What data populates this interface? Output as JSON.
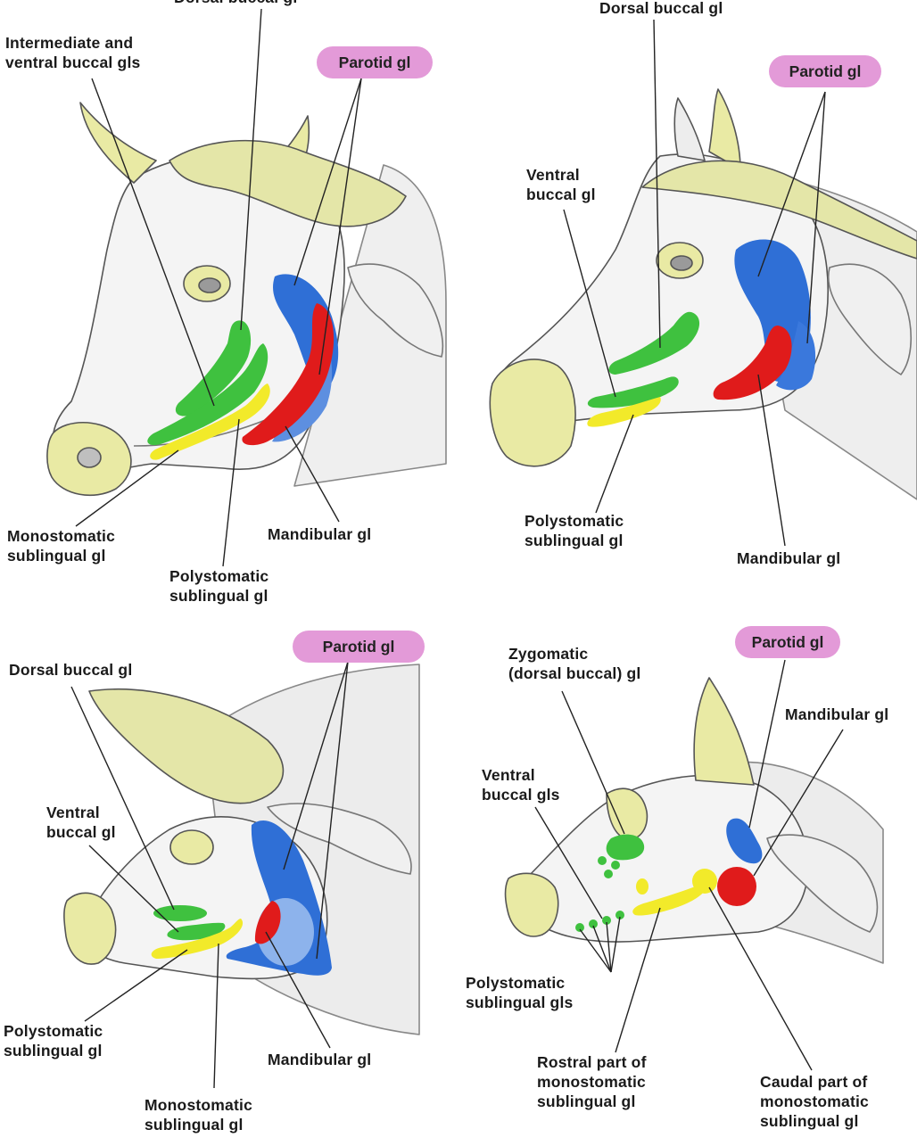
{
  "colors": {
    "parotid": "#2f6fd6",
    "mandibular": "#e01b1b",
    "buccal": "#3fc13f",
    "sublingual": "#f2ea2a",
    "pill": "#e39ad8",
    "bone": "#e9eaa4",
    "skin": "#f1f1f1",
    "outline": "#555555"
  },
  "panels": {
    "cow": {
      "dorsal_partial": "Dorsal buccal gl",
      "intermediate_ventral": "Intermediate and\nventral buccal gls",
      "parotid": "Parotid gl",
      "monostomatic": "Monostomatic\nsublingual gl",
      "polystomatic": "Polystomatic\nsublingual gl",
      "mandibular": "Mandibular gl"
    },
    "horse": {
      "dorsal_buccal": "Dorsal buccal gl",
      "parotid": "Parotid gl",
      "ventral_buccal": "Ventral\nbuccal gl",
      "polystomatic": "Polystomatic\nsublingual gl",
      "mandibular": "Mandibular gl"
    },
    "pig": {
      "parotid": "Parotid gl",
      "dorsal_buccal": "Dorsal buccal gl",
      "ventral_buccal": "Ventral\nbuccal gl",
      "polystomatic": "Polystomatic\nsublingual gl",
      "mandibular": "Mandibular gl",
      "monostomatic": "Monostomatic\nsublingual gl"
    },
    "dog": {
      "zygomatic": "Zygomatic\n(dorsal buccal) gl",
      "parotid": "Parotid gl",
      "mandibular": "Mandibular gl",
      "ventral_buccal": "Ventral\nbuccal gls",
      "polystomatic": "Polystomatic\nsublingual gls",
      "rostral": "Rostral part of\nmonostomatic\nsublingual gl",
      "caudal": "Caudal part of\nmonostomatic\nsublingual gl"
    }
  }
}
